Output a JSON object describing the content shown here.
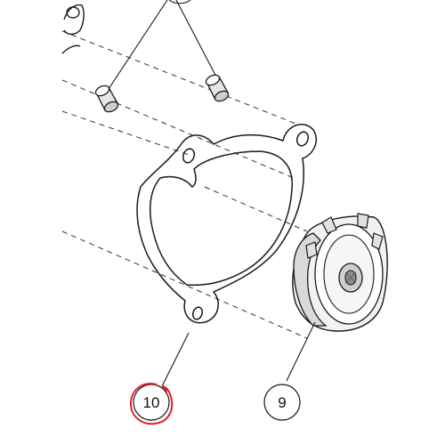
{
  "diagram": {
    "callouts": [
      {
        "id": "gasket",
        "number": "10",
        "highlighted": true
      },
      {
        "id": "impeller",
        "number": "9",
        "highlighted": false
      }
    ],
    "colors": {
      "line": "#1a1a1a",
      "dash": "#333333",
      "highlight": "#e0202a",
      "fill_light": "#f2f2f2",
      "fill_mid": "#d9d9d9",
      "fill_dark": "#9a9a9a"
    }
  }
}
